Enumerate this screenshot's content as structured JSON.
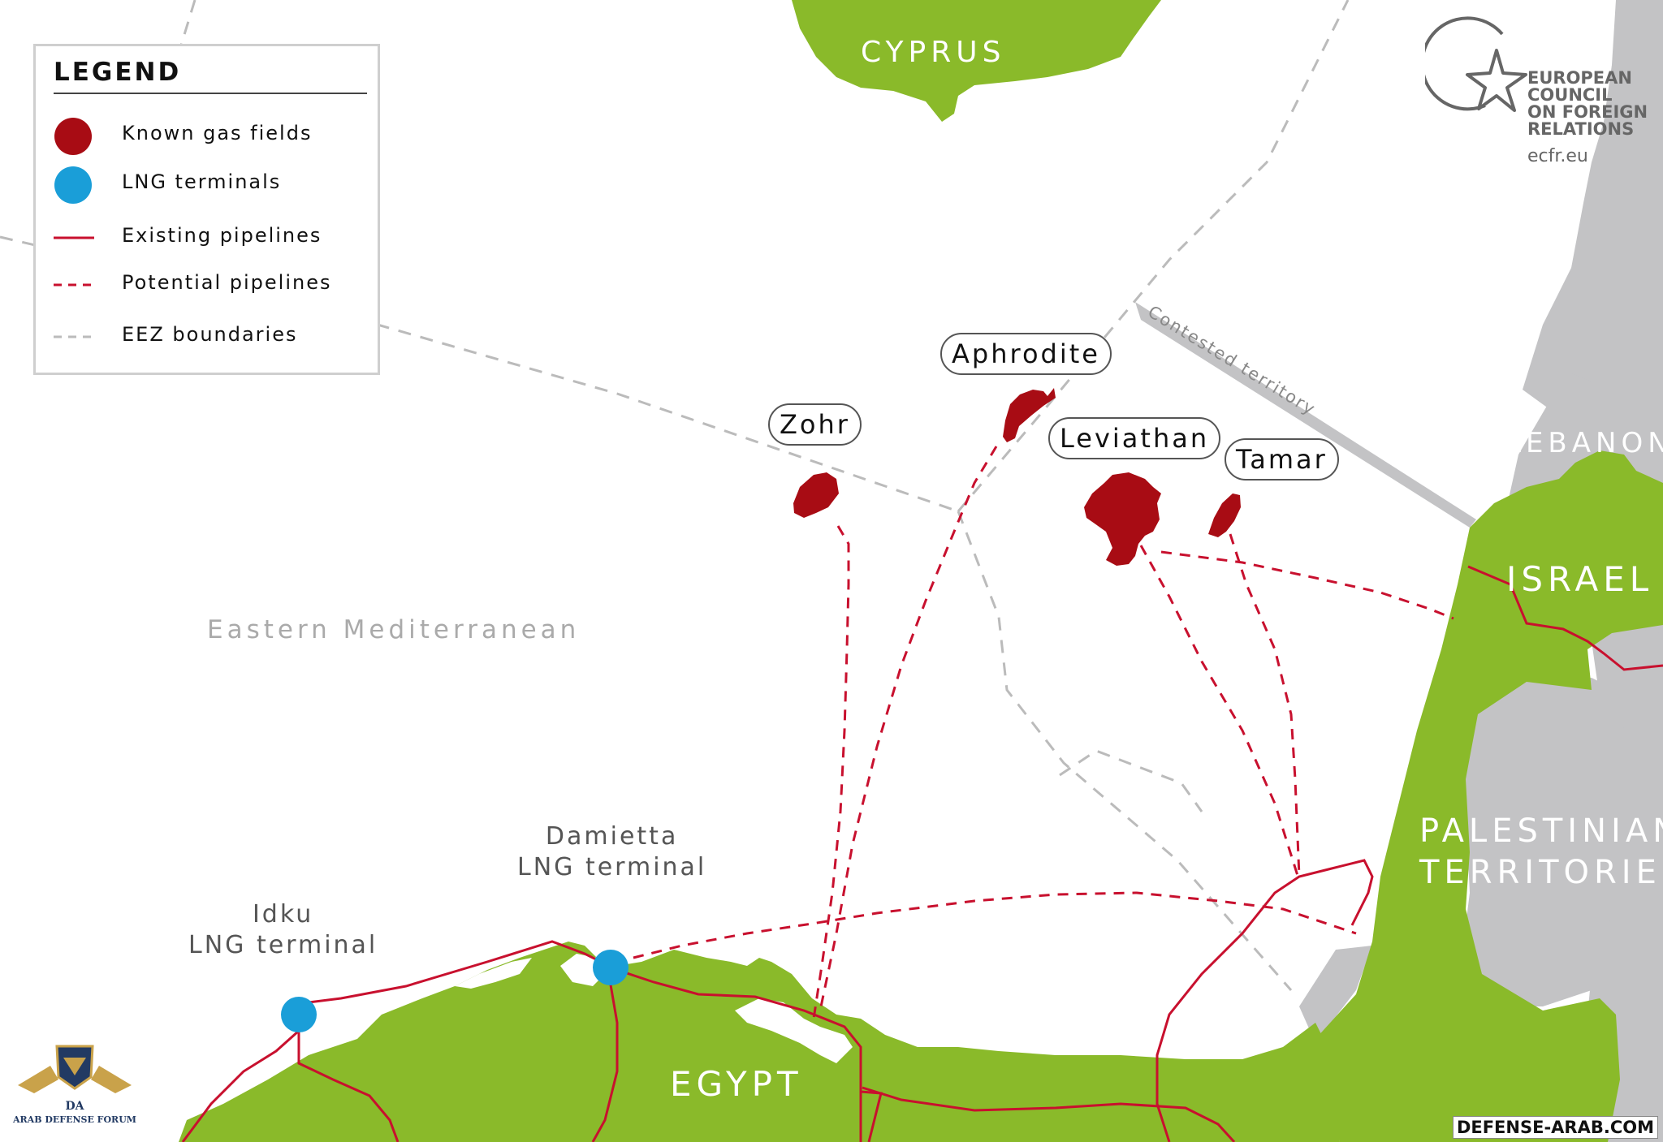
{
  "legend": {
    "title": "LEGEND",
    "items": [
      {
        "label": "Known gas fields",
        "symbol": "red-dot",
        "color": "#a80c14"
      },
      {
        "label": "LNG terminals",
        "symbol": "blue-dot",
        "color": "#1a9ed8"
      },
      {
        "label": "Existing pipelines",
        "symbol": "solid-line",
        "color": "#c8102e"
      },
      {
        "label": "Potential pipelines",
        "symbol": "dashed-line",
        "color": "#c8102e"
      },
      {
        "label": "EEZ boundaries",
        "symbol": "dashed-line",
        "color": "#bbbbbb"
      }
    ]
  },
  "countries": {
    "cyprus": "CYPRUS",
    "lebanon": "LEBANON",
    "israel": "ISRAEL",
    "palestinian_1": "PALESTINIAN",
    "palestinian_2": "TERRITORIES",
    "egypt": "EGYPT"
  },
  "sea_label": "Eastern Mediterranean",
  "contested_label": "Contested territory",
  "gas_fields": {
    "zohr": "Zohr",
    "aphrodite": "Aphrodite",
    "leviathan": "Leviathan",
    "tamar": "Tamar"
  },
  "terminals": {
    "damietta_1": "Damietta",
    "damietta_2": "LNG terminal",
    "idku_1": "Idku",
    "idku_2": "LNG terminal"
  },
  "logo": {
    "line1": "EUROPEAN",
    "line2": "COUNCIL",
    "line3": "ON FOREIGN",
    "line4": "RELATIONS",
    "url": "ecfr.eu"
  },
  "watermark": {
    "text": "DEFENSE-ARAB.COM",
    "logo_text": "ARAB DEFENSE FORUM"
  },
  "colors": {
    "land": "#8aba2a",
    "neighbor_land": "#c3c3c5",
    "gas_field": "#a80c14",
    "lng_terminal": "#1a9ed8",
    "pipeline": "#c8102e",
    "eez": "#bbbbbb"
  }
}
